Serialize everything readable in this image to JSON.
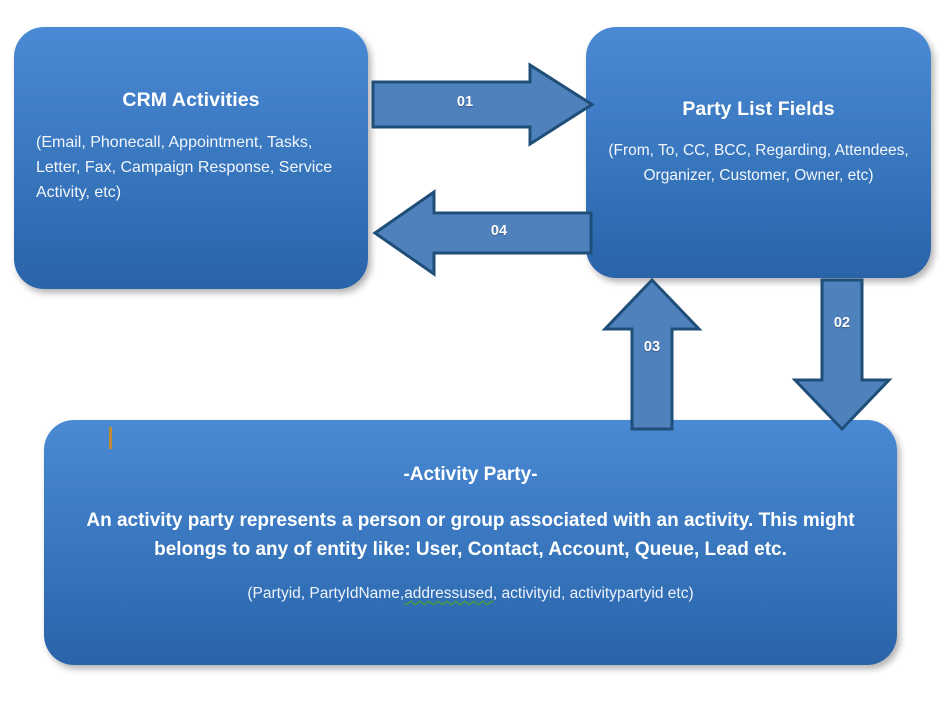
{
  "diagram": {
    "title": "CRM Activity Party relationship diagram",
    "colors": {
      "box_fill_top": "#4a8ad4",
      "box_fill_bottom": "#2a63a8",
      "arrow_fill": "#4f81bd",
      "arrow_outline": "#1f4e79",
      "text": "#ffffff",
      "caret": "#c08a34",
      "spellcheck_underline": "#3f9b42",
      "background": "#ffffff"
    }
  },
  "boxes": {
    "crm_activities": {
      "title": "CRM Activities",
      "body": "(Email, Phonecall, Appointment, Tasks, Letter, Fax, Campaign Response, Service Activity, etc)"
    },
    "party_list_fields": {
      "title": "Party List Fields",
      "body": "(From, To, CC, BCC, Regarding, Attendees, Organizer, Customer, Owner, etc)"
    },
    "activity_party": {
      "title": "-Activity Party-",
      "description": "An activity party represents a person or group associated with an activity.  This might belongs to any of entity like: User, Contact, Account, Queue, Lead etc.",
      "fields_prefix": "(Partyid, PartyIdName,",
      "fields_misspelled": "addressused",
      "fields_suffix": ", activityid, activitypartyid etc)"
    }
  },
  "arrows": [
    {
      "id": "01",
      "label": "01",
      "direction": "right",
      "from": "CRM Activities",
      "to": "Party List Fields"
    },
    {
      "id": "02",
      "label": "02",
      "direction": "down",
      "from": "Party List Fields",
      "to": "Activity Party"
    },
    {
      "id": "03",
      "label": "03",
      "direction": "up",
      "from": "Activity Party",
      "to": "Party List Fields"
    },
    {
      "id": "04",
      "label": "04",
      "direction": "left",
      "from": "Party List Fields",
      "to": "CRM Activities"
    }
  ]
}
